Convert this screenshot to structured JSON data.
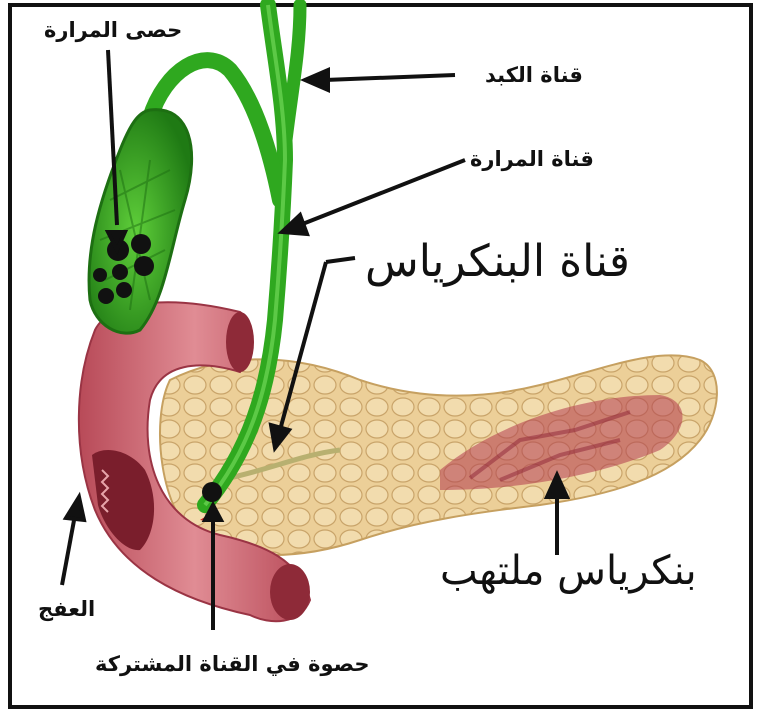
{
  "labels": {
    "gallstones": "حصى المرارة",
    "hepatic_duct": "قناة  الكبد",
    "cystic_duct": "قناة المرارة",
    "pancreatic_duct": "قناة البنكرياس",
    "inflamed_pancreas": "بنكرياس ملتهب",
    "duodenum": "العفج",
    "common_duct_stone": "حصوة في القناة المشتركة"
  },
  "colors": {
    "bile_green": "#2fa81f",
    "bile_dark": "#1d6f12",
    "duodenum_pink": "#c9606a",
    "pancreas_tan": "#e8c890",
    "inflamed_red": "#b23a4e",
    "stone": "#111111"
  }
}
